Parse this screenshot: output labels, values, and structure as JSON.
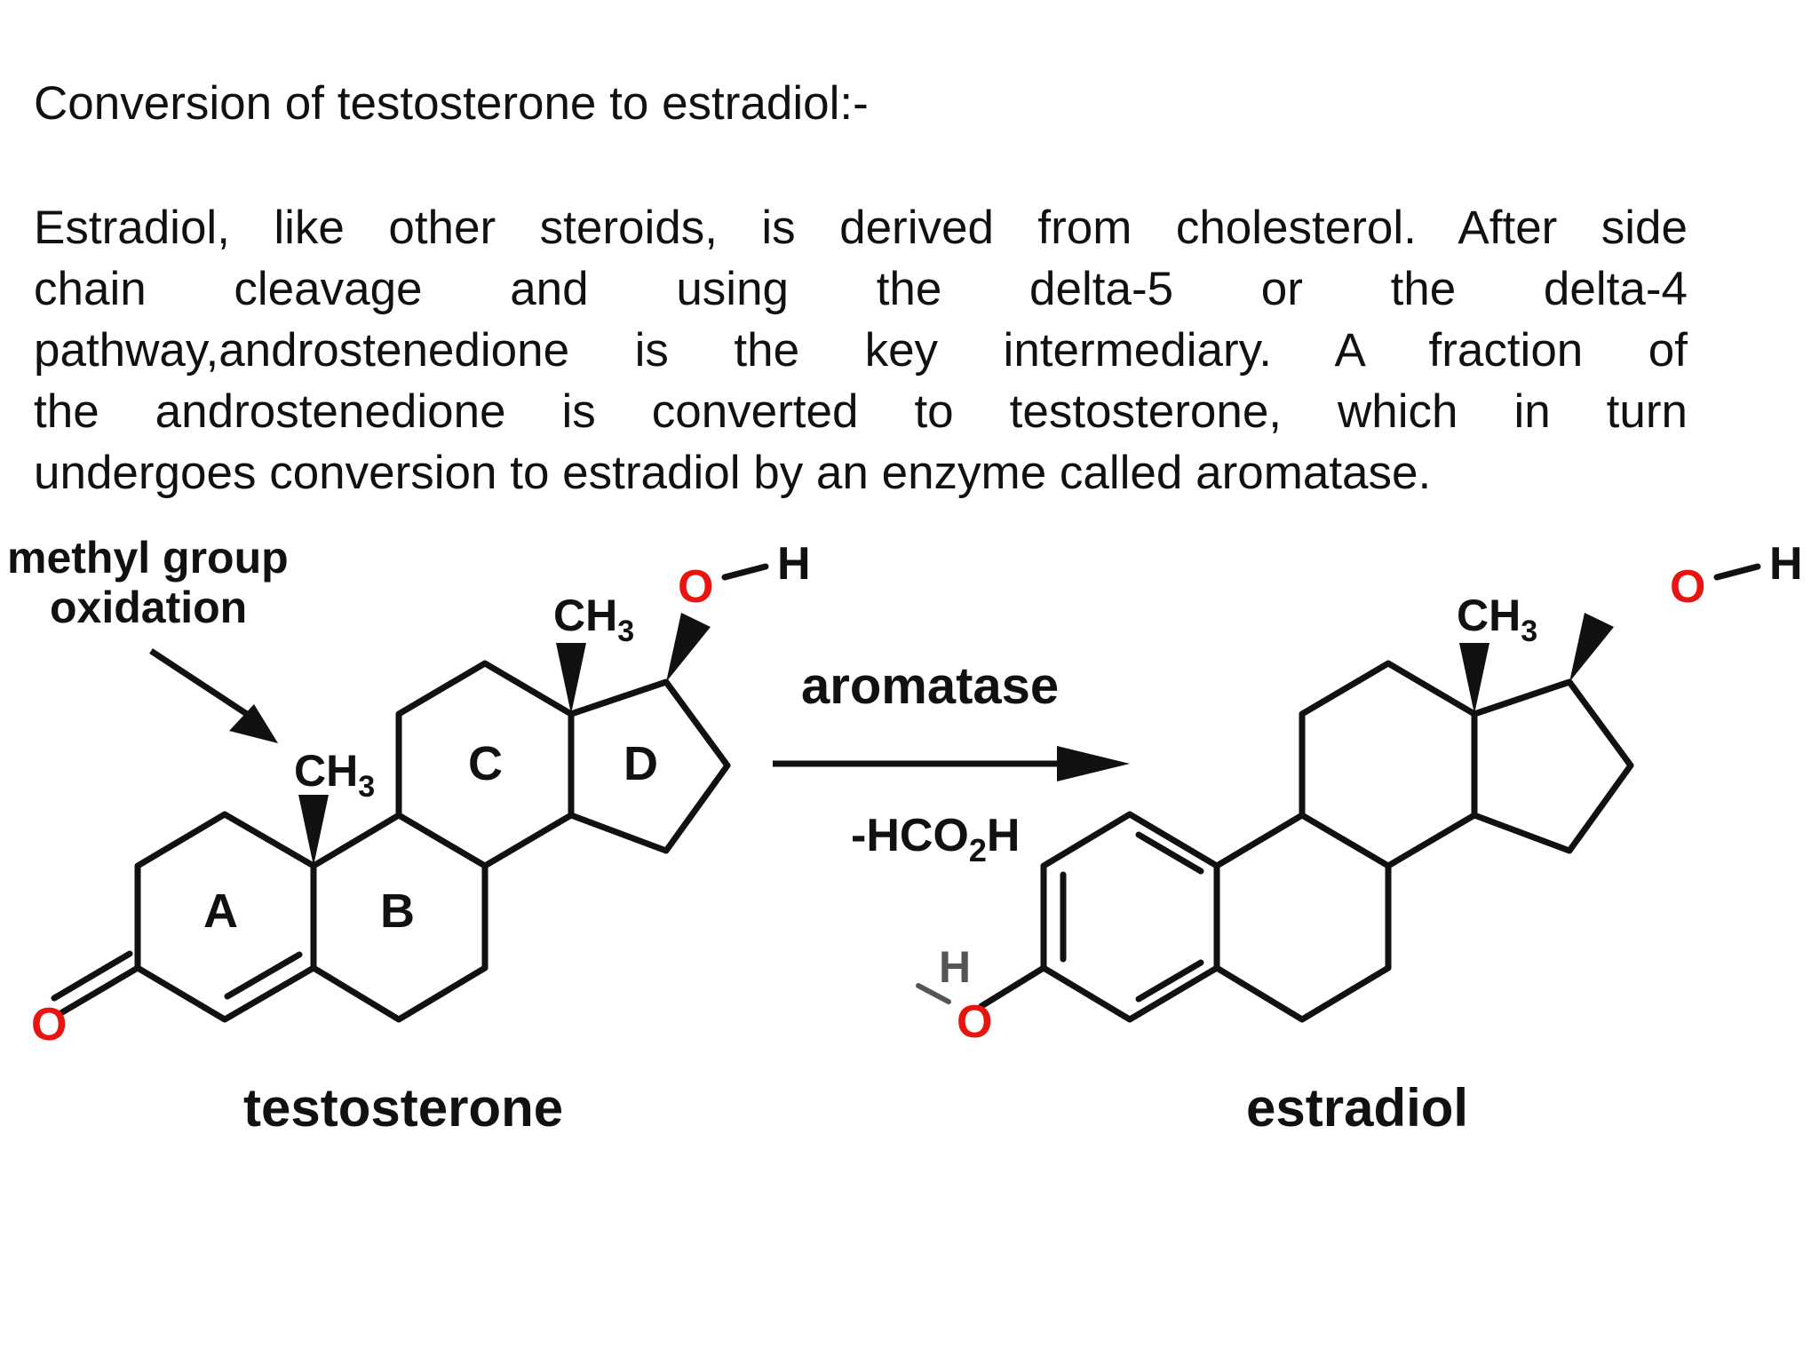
{
  "title": "Conversion of testosterone to estradiol:-",
  "paragraph_lines": [
    "Estradiol, like other steroids, is derived from cholesterol. After side",
    "chain cleavage and using the delta-5 or the delta-4",
    "pathway,androstenedione is the key intermediary. A fraction of",
    "the androstenedione is converted to testosterone, which in turn",
    "undergoes conversion to estradiol by an enzyme called aromatase."
  ],
  "diagram": {
    "annotation_line1": "methyl group",
    "annotation_line2": "oxidation",
    "ring_labels": [
      "A",
      "B",
      "C",
      "D"
    ],
    "reagent": "aromatase",
    "byproduct_prefix": "-HCO",
    "byproduct_sub": "2",
    "byproduct_suffix": "H",
    "methyl_main": "CH",
    "methyl_sub": "3",
    "oxygen": "O",
    "hydrogen": "H",
    "reactant_name": "testosterone",
    "product_name": "estradiol"
  },
  "colors": {
    "oxygen": "#e8140f",
    "bond": "#111111",
    "hydrogen_on_phenol": "#555555"
  }
}
